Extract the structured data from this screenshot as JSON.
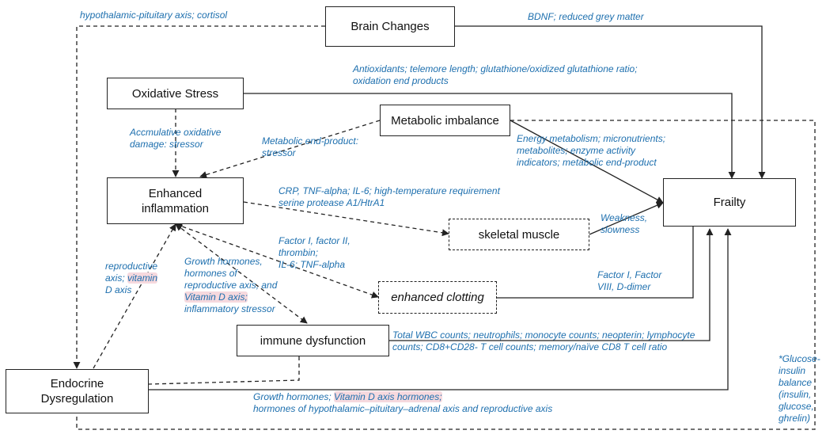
{
  "nodes": {
    "brain_changes": "Brain Changes",
    "oxidative_stress": "Oxidative Stress",
    "metabolic_imbalance": "Metabolic imbalance",
    "enhanced_inflammation": "Enhanced\ninflammation",
    "skeletal_muscle": "skeletal muscle",
    "enhanced_clotting": "enhanced clotting",
    "immune_dysfunction": "immune dysfunction",
    "endocrine_dysregulation": "Endocrine\nDysregulation",
    "frailty": "Frailty"
  },
  "labels": {
    "hpa_cortisol": "hypothalamic-pituitary axis; cortisol",
    "bdnf": "BDNF; reduced grey matter",
    "antioxidants": "Antioxidants; telemore length; glutathione/oxidized glutathione ratio;\noxidation end products",
    "accumulative": "Accmulative oxidative\ndamage: stressor",
    "metabolic_end_product": "Metabolic end-product:\nstressor",
    "energy_metabolism": "Energy metabolism; micronutrients;\nmetabolites; enzyme activity\nindicators; metabolic end-product",
    "crp": "CRP, TNF-alpha; IL-6; high-temperature requirement\nserine protease A1/HtrA1",
    "weakness": "Weakness,\nslowness",
    "factor_clotting": "Factor I, factor II,\nthrombin;\nIL-6; TNF-alpha",
    "reproductive_a": "reproductive\naxis; ",
    "reproductive_b": "vitamin",
    "reproductive_c": "\nD axis",
    "growth_a": "Growth hormones,\nhormones of\nreproductive axis, and\n",
    "growth_b": "Vitamin D axis;",
    "growth_c": "\ninflammatory stressor",
    "factor_viii": "Factor I, Factor\nVIII, D-dimer",
    "wbc": "Total WBC counts; neutrophils; monocyte counts; neopterin; lymphocyte\ncounts; CD8+CD28- T cell counts; memory/naïve CD8 T cell ratio",
    "bottom_a": "Growth hormones; ",
    "bottom_b": "Vitamin D axis hormones;",
    "bottom_c": "\nhormones of hypothalamic–pituitary–adrenal axis and reproductive axis",
    "glucose": "*Glucose-\ninsulin\nbalance\n(insulin,\nglucose,\nghrelin)"
  },
  "colors": {
    "label_blue": "#1d6fae",
    "highlight_pink": "#f6d9de",
    "line": "#222222"
  }
}
